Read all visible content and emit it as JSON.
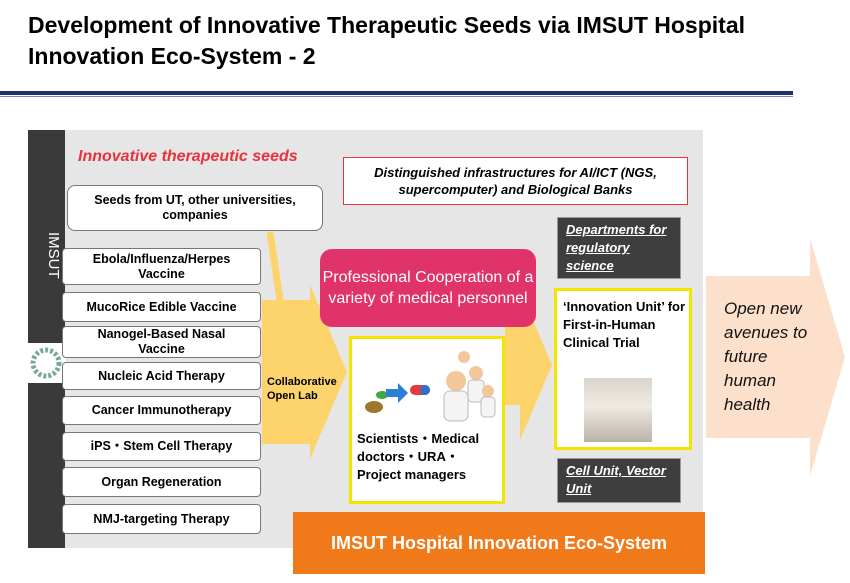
{
  "title": "Development of Innovative Therapeutic Seeds via IMSUT Hospital Innovation Eco-System  -  2",
  "sidebar_label": "IMSUT",
  "seeds_title": "Innovative therapeutic seeds",
  "seed_sources": "Seeds from UT, other universities, companies",
  "seed_items": [
    "Ebola/Influenza/Herpes Vaccine",
    "MucoRice Edible Vaccine",
    "Nanogel-Based Nasal Vaccine",
    "Nucleic Acid Therapy",
    "Cancer Immunotherapy",
    "iPS・Stem Cell Therapy",
    "Organ Regeneration",
    "NMJ-targeting Therapy"
  ],
  "infrastructure": "Distinguished infrastructures for AI/ICT (NGS, supercomputer)  and Biological Banks",
  "cooperation": "Professional Cooperation of a variety of medical personnel",
  "collab_lab": "Collaborative Open Lab",
  "team": "Scientists・Medical doctors・URA・Project managers",
  "innovation_unit": "‘Innovation Unit’ for First-in-Human Clinical Trial",
  "departments": "Departments for regulatory science",
  "cell_unit": "Cell Unit, Vector Unit",
  "eco_system": "IMSUT Hospital Innovation Eco-System",
  "open_avenues": "Open new avenues to future human health",
  "colors": {
    "accent_red": "#e8323c",
    "pink": "#e0336a",
    "orange": "#f07a1a",
    "yellow_arrow": "#fdd36b",
    "navy_rule": "#1f2d7a",
    "peach_arrow": "#fde0cc"
  }
}
